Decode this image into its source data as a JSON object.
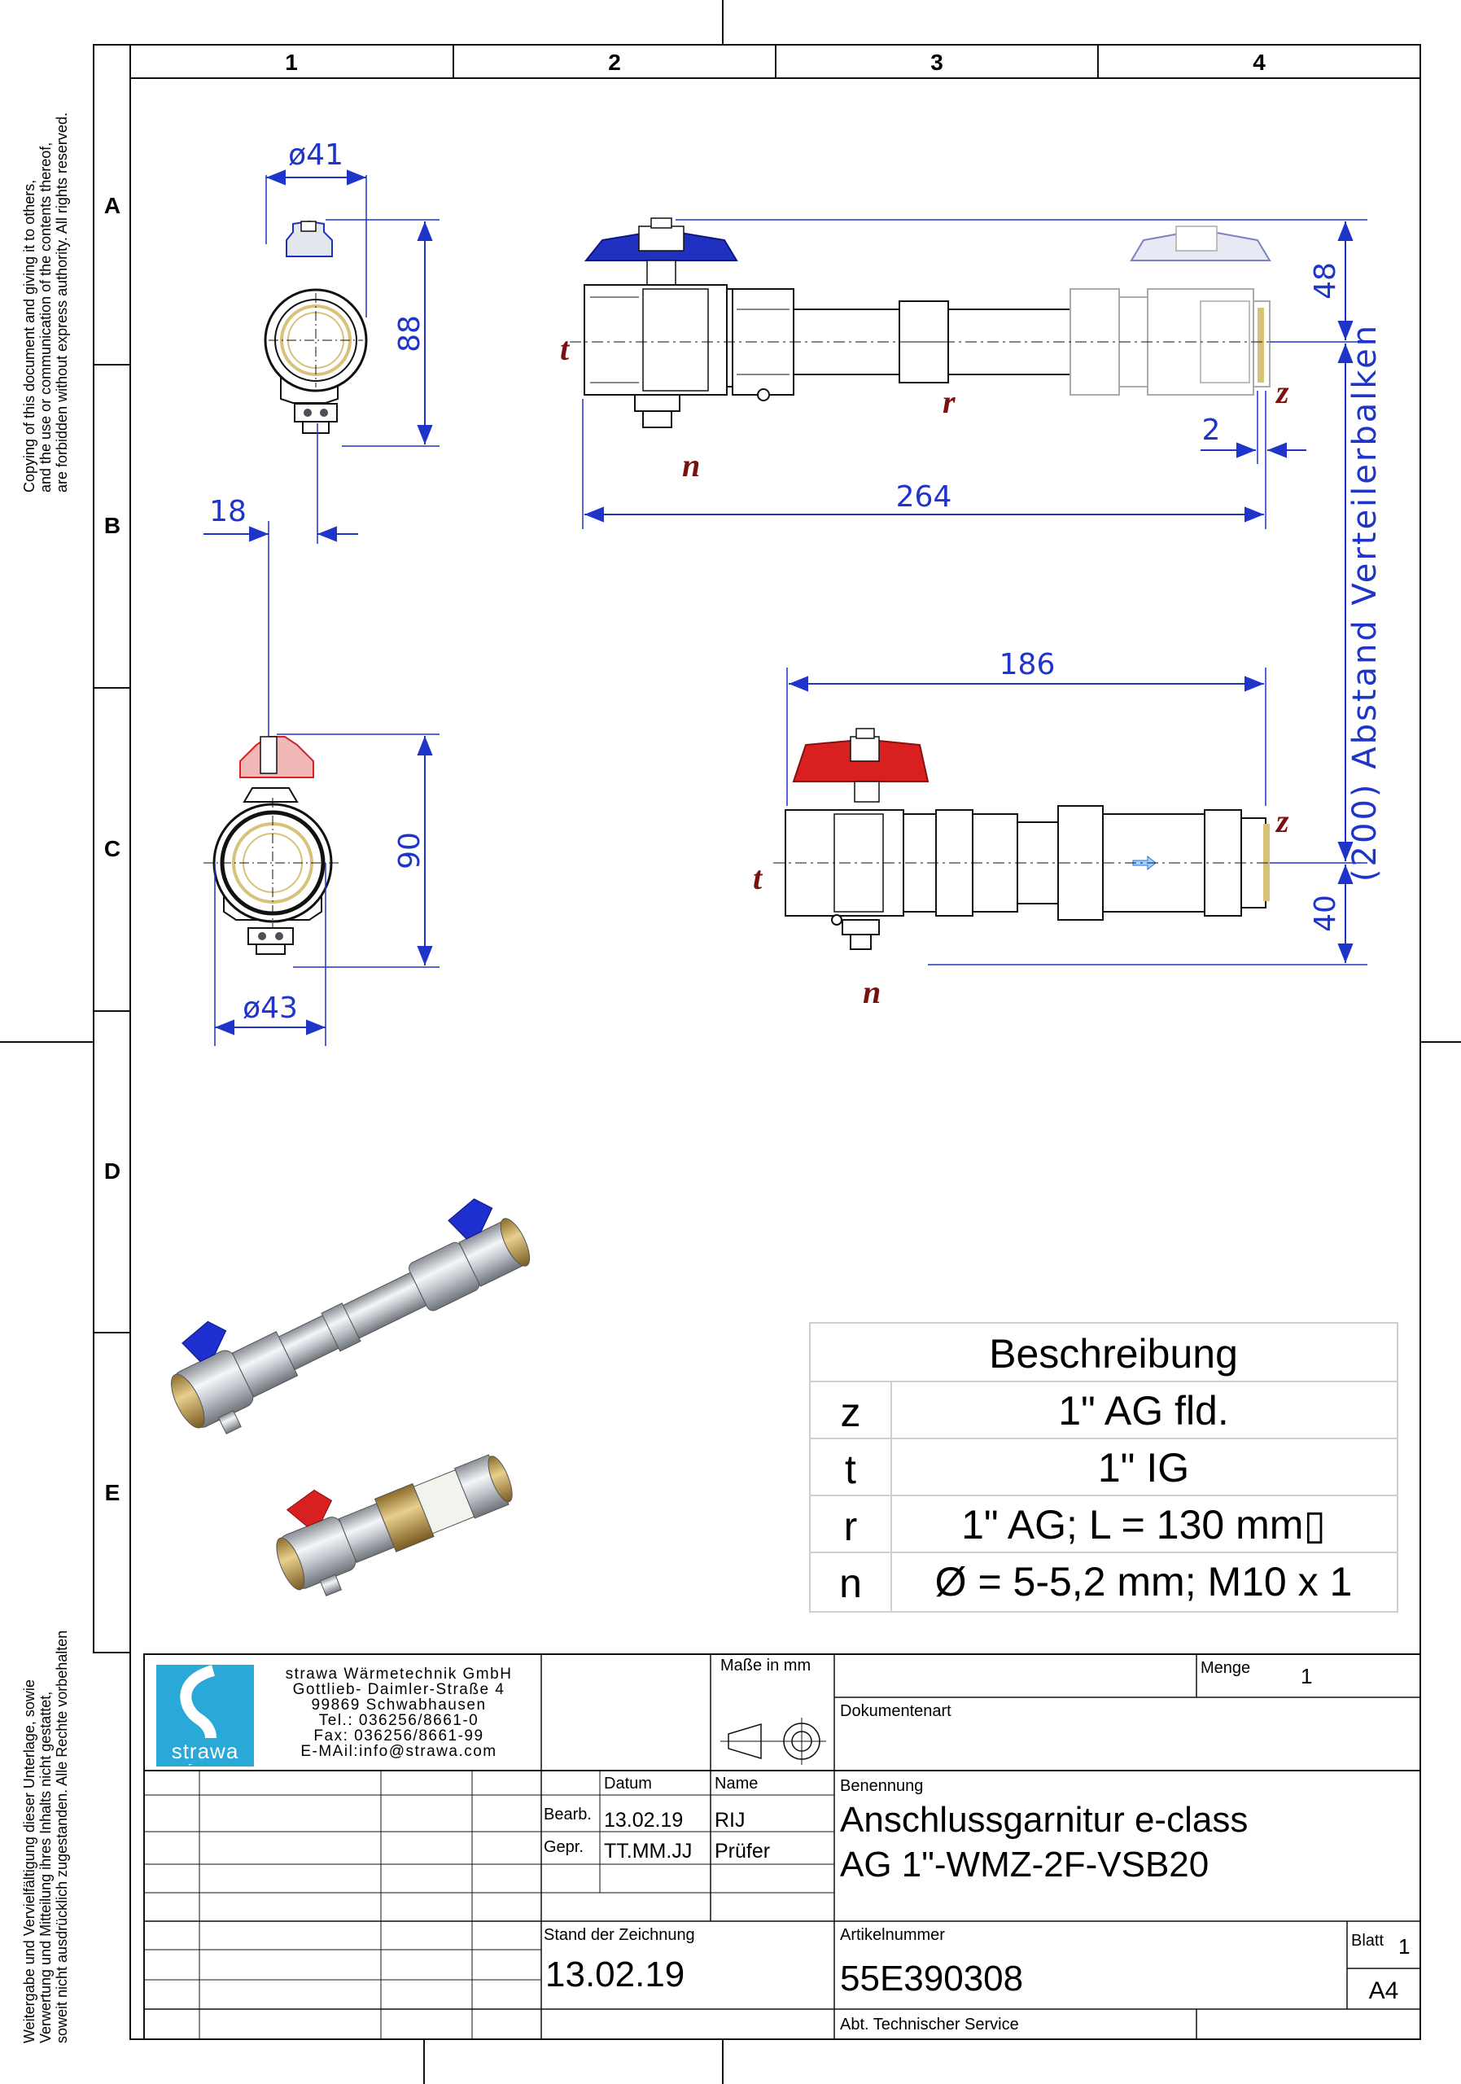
{
  "notice": {
    "copyright_en": [
      "Copying of this document and giving it to others,",
      "and the use or communication of the contents thereof,",
      "are forbidden without express authority. All rights reserved."
    ],
    "copyright_de": [
      "Weitergabe und Vervielfältigung dieser Unterlage, sowie",
      "Verwertung und Mitteilung ihres Inhalts nicht gestattet,",
      "soweit nicht ausdrücklich zugestanden. Alle Rechte vorbehalten"
    ]
  },
  "grid": {
    "columns": [
      "1",
      "2",
      "3",
      "4"
    ],
    "rows": [
      "A",
      "B",
      "C",
      "D",
      "E"
    ]
  },
  "dimensions": {
    "d41": "ø41",
    "h88": "88",
    "w18": "18",
    "h90": "90",
    "d43": "ø43",
    "l264": "264",
    "l186": "186",
    "h48": "48",
    "h40": "40",
    "gap2": "2",
    "spacing": "(200)  Abstand Verteilerbalken"
  },
  "labels": {
    "t": "t",
    "n": "n",
    "r": "r",
    "z": "z"
  },
  "description_table": {
    "header": "Beschreibung",
    "rows": [
      {
        "key": "z",
        "value": "1\" AG fld."
      },
      {
        "key": "t",
        "value": "1\" IG"
      },
      {
        "key": "r",
        "value": "1\" AG; L = 130 mm▯"
      },
      {
        "key": "n",
        "value": "Ø = 5-5,2 mm; M10 x 1"
      }
    ]
  },
  "title_block": {
    "company_lines": [
      "strawa Wärmetechnik GmbH",
      "Gottlieb- Daimler-Straße 4",
      "99869 Schwabhausen",
      "Tel.: 036256/8661-0",
      "Fax: 036256/8661-99",
      "E-MAil:info@strawa.com"
    ],
    "logo_text": "strawa",
    "units_label": "Maße in mm",
    "quantity_label": "Menge",
    "quantity_value": "1",
    "doctype_label": "Dokumentenart",
    "datum_label": "Datum",
    "name_label": "Name",
    "bearb_label": "Bearb.",
    "bearb_date": "13.02.19",
    "bearb_name": "RIJ",
    "gepr_label": "Gepr.",
    "gepr_date": "TT.MM.JJ",
    "gepr_name": "Prüfer",
    "benennung_label": "Benennung",
    "title_line1": "Anschlussgarnitur e-class",
    "title_line2": "AG 1\"-WMZ-2F-VSB20",
    "stand_label": "Stand der Zeichnung",
    "stand_value": "13.02.19",
    "article_label": "Artikelnummer",
    "article_value": "55E390308",
    "sheet_label": "Blatt",
    "sheet_value": "1",
    "format_value": "A4",
    "department": "Abt. Technischer Service"
  },
  "colors": {
    "dimension": "#1f34c8",
    "label": "#7a1010",
    "handle_blue": "#2030c0",
    "handle_red": "#d82020",
    "logo": "#2aa8d8"
  }
}
